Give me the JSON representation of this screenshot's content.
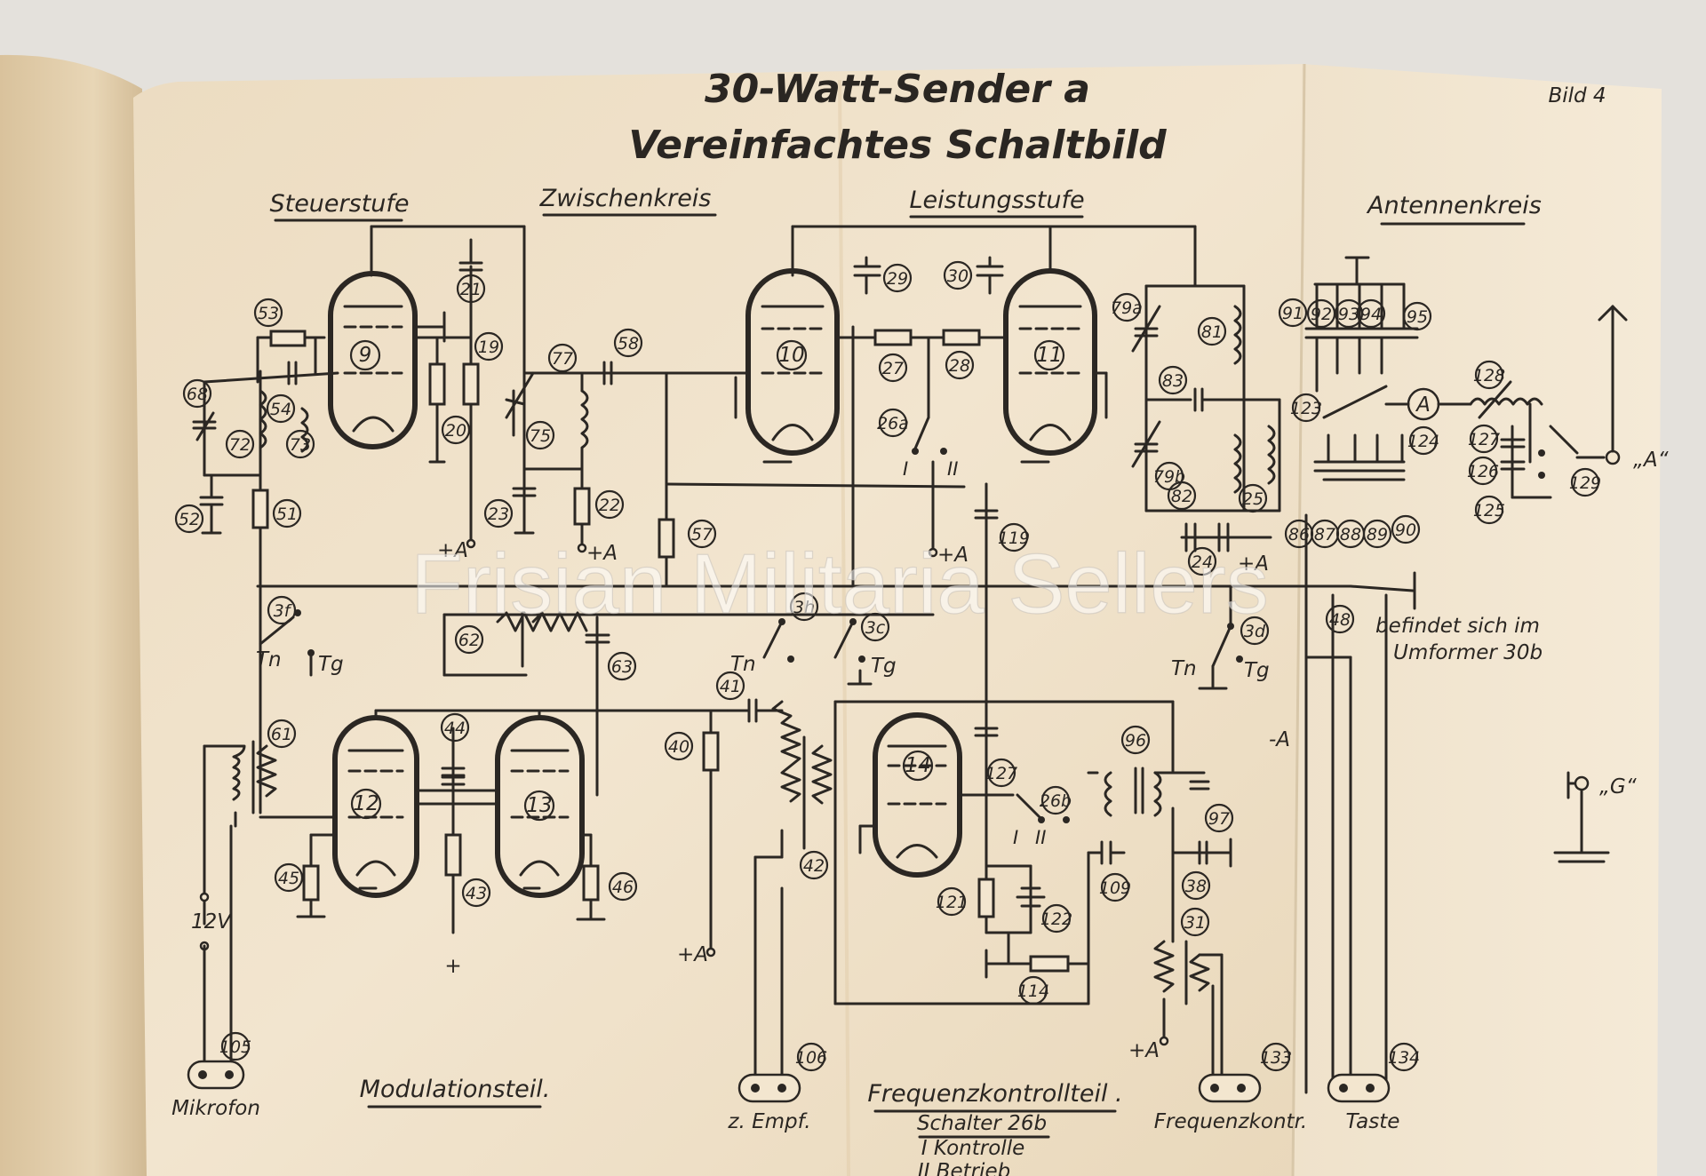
{
  "diagram": {
    "title": "30-Watt-Sender a",
    "subtitle": "Vereinfachtes Schaltbild",
    "page_marker": "Bild 4",
    "sections": {
      "steuerstufe": "Steuerstufe",
      "zwischenkreis": "Zwischenkreis",
      "leistungsstufe": "Leistungsstufe",
      "antennenkreis": "Antennenkreis",
      "modulationsteil": "Modulationsteil.",
      "frequenzkontrollteil": "Frequenzkontrollteil ."
    },
    "schalter_note": {
      "line1": "Schalter 26b",
      "line2": "I Kontrolle",
      "line3": "II Betrieb"
    },
    "umformer_note": {
      "line1": "befindet sich im",
      "line2": "Umformer 30b"
    },
    "terminals": {
      "mikrofon": "Mikrofon",
      "empf": "z. Empf.",
      "frequenzkontr": "Frequenzkontr.",
      "taste": "Taste",
      "antenna": "„A“",
      "ground": "„G“"
    },
    "supply_labels": {
      "plus_a": "+A",
      "minus_a": "-A",
      "plus": "+",
      "v12": "12V"
    },
    "switch_labels": {
      "tn": "Tn",
      "tg": "Tg",
      "pos_1": "I",
      "pos_2": "II",
      "ammeter": "A"
    },
    "watermark": "Frisian Militaria Sellers",
    "tube_numbers": [
      "9",
      "10",
      "11",
      "12",
      "13",
      "14"
    ],
    "component_numbers": [
      "21",
      "53",
      "19",
      "20",
      "68",
      "54",
      "72",
      "73",
      "52",
      "51",
      "77",
      "58",
      "75",
      "23",
      "22",
      "57",
      "29",
      "30",
      "27",
      "28",
      "26a",
      "119",
      "79a",
      "81",
      "83",
      "79b",
      "82",
      "25",
      "24",
      "91",
      "92",
      "93",
      "94",
      "95",
      "123",
      "124",
      "128",
      "127",
      "126",
      "125",
      "129",
      "86",
      "87",
      "88",
      "89",
      "90",
      "3f",
      "62",
      "63",
      "3h",
      "3c",
      "3d",
      "48",
      "41",
      "61",
      "44",
      "40",
      "42",
      "45",
      "43",
      "46",
      "105",
      "106",
      "127",
      "26b",
      "96",
      "97",
      "109",
      "38",
      "121",
      "122",
      "31",
      "114",
      "133",
      "134"
    ]
  }
}
